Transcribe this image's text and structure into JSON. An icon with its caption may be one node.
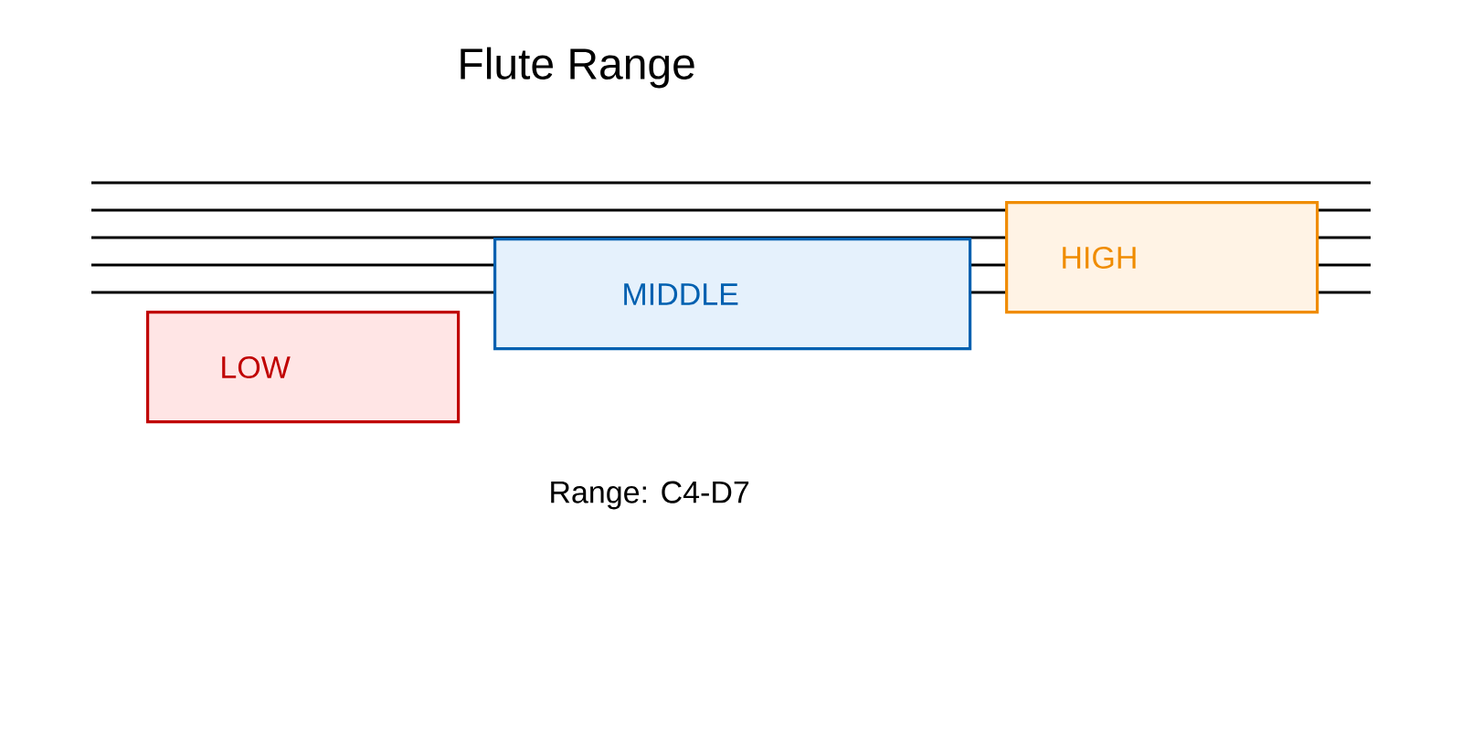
{
  "diagram": {
    "title": "Flute Range",
    "nodes": [
      {
        "text": [
          "LOW"
        ]
      },
      {
        "text": [
          "MIDDLE"
        ]
      },
      {
        "text": [
          "HIGH"
        ]
      }
    ],
    "labels": [
      "Range: C4-D7"
    ]
  }
}
